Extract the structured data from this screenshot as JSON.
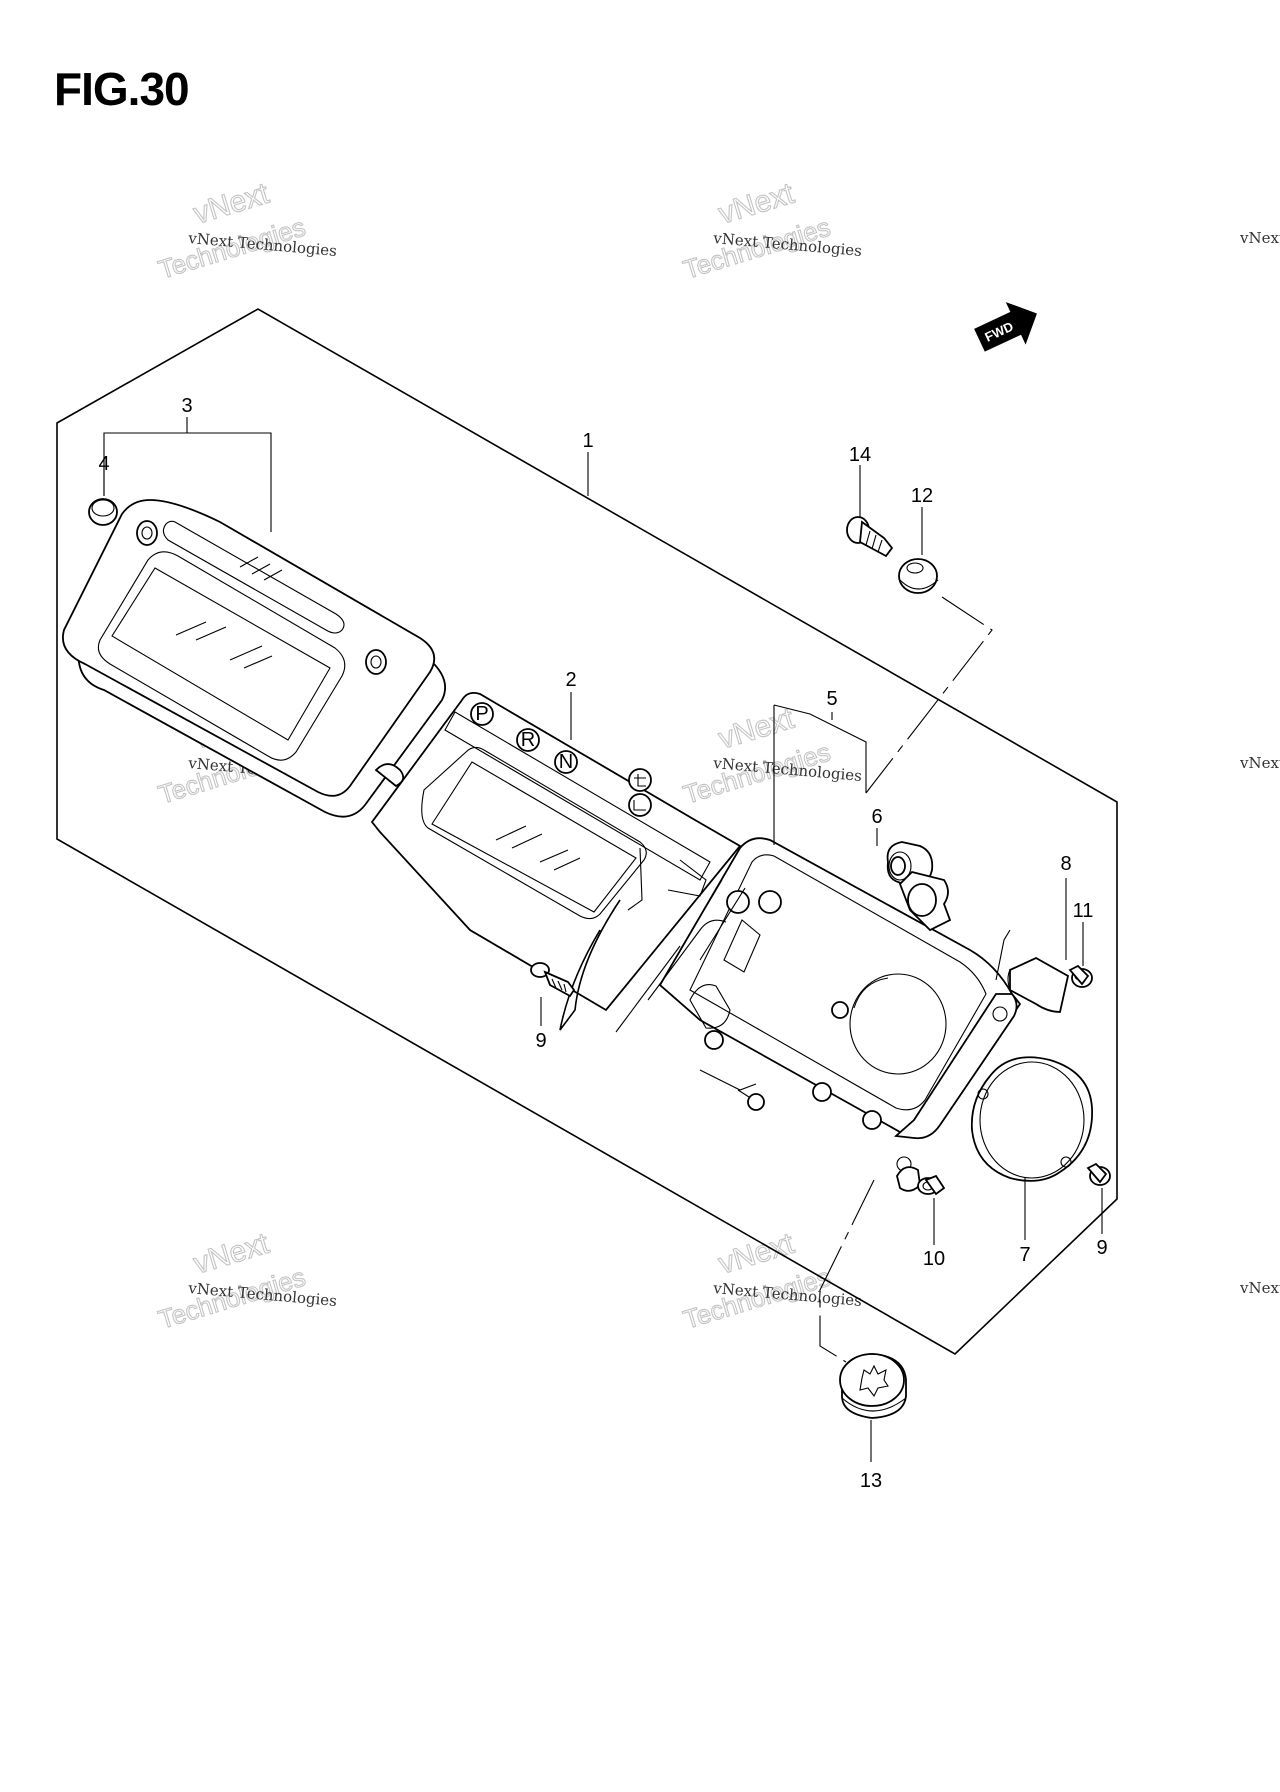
{
  "figure": {
    "title": "FIG.30"
  },
  "fwd_label": "FWD",
  "watermark": {
    "line1": "vNext Technologies",
    "line2": "vNext",
    "line3": "Technologies"
  },
  "parts": [
    {
      "id": "1",
      "label": "1"
    },
    {
      "id": "2",
      "label": "2"
    },
    {
      "id": "3",
      "label": "3"
    },
    {
      "id": "4",
      "label": "4"
    },
    {
      "id": "5",
      "label": "5"
    },
    {
      "id": "6",
      "label": "6"
    },
    {
      "id": "7",
      "label": "7"
    },
    {
      "id": "8",
      "label": "8"
    },
    {
      "id": "9a",
      "label": "9"
    },
    {
      "id": "9b",
      "label": "9"
    },
    {
      "id": "10",
      "label": "10"
    },
    {
      "id": "11",
      "label": "11"
    },
    {
      "id": "12",
      "label": "12"
    },
    {
      "id": "13",
      "label": "13"
    },
    {
      "id": "14",
      "label": "14"
    }
  ],
  "indicators": [
    "P",
    "R",
    "N"
  ]
}
